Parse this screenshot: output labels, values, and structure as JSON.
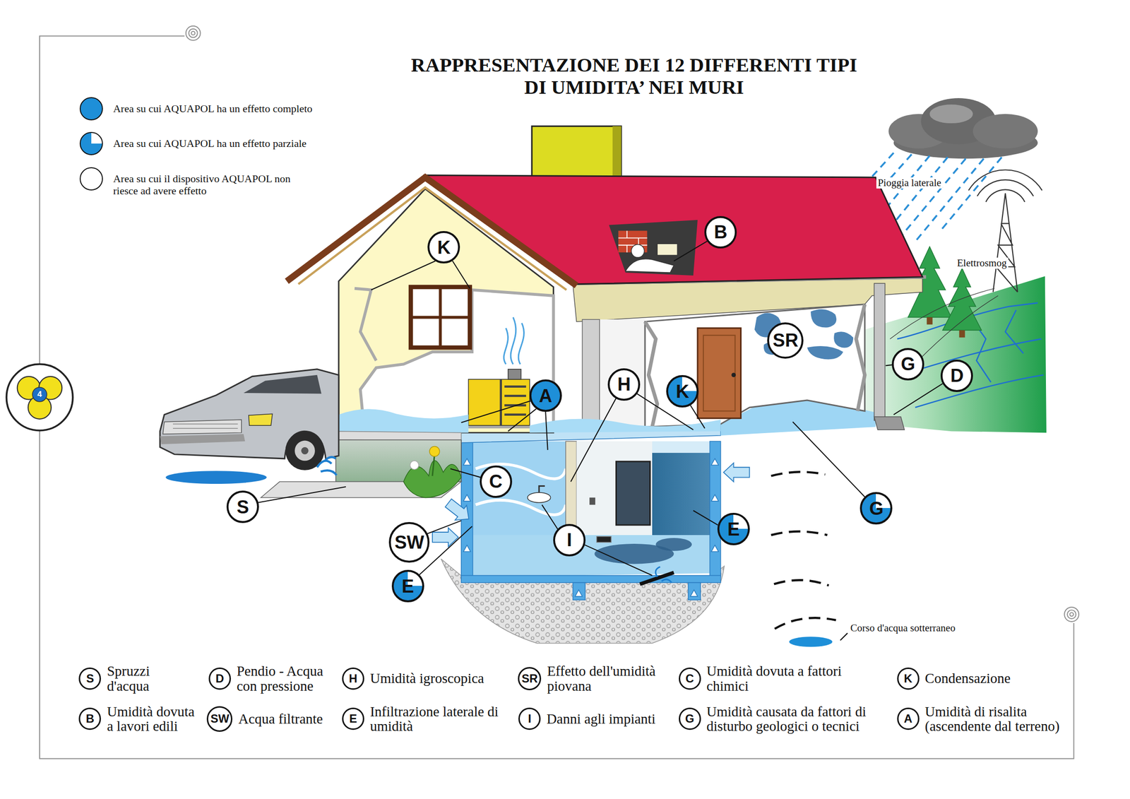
{
  "diagram": {
    "title": "RAPPRESENTAZIONE DEI 12 DIFFERENTI TIPI DI UMIDITA’ NEI MURI",
    "nodes": [
      {
        "text": [
          "B"
        ]
      },
      {
        "text": [
          "K"
        ]
      },
      {
        "text": [
          "SR"
        ]
      },
      {
        "text": [
          "G"
        ]
      },
      {
        "text": [
          "D"
        ]
      },
      {
        "text": [
          "H"
        ]
      },
      {
        "text": [
          "K"
        ]
      },
      {
        "text": [
          "A"
        ]
      },
      {
        "text": [
          "C"
        ]
      },
      {
        "text": [
          "S"
        ]
      },
      {
        "text": [
          "G"
        ]
      },
      {
        "text": [
          "E"
        ]
      },
      {
        "text": [
          "I"
        ]
      },
      {
        "text": [
          "SW"
        ]
      },
      {
        "text": [
          "E"
        ]
      },
      {
        "text": [
          "S",
          "Spruzzi d'acqua"
        ]
      },
      {
        "text": [
          "D",
          "Pendio - Acqua con pressione"
        ]
      },
      {
        "text": [
          "H",
          "Umidità igroscopica"
        ]
      },
      {
        "text": [
          "SR",
          "Effetto dell'umidità piovana"
        ]
      },
      {
        "text": [
          "C",
          "Umidità dovuta a fattori chimici"
        ]
      },
      {
        "text": [
          "K",
          "Condensazione"
        ]
      },
      {
        "text": [
          "B",
          "Umidità dovuta a lavori edili"
        ]
      },
      {
        "text": [
          "SW",
          "Acqua filtrante"
        ]
      },
      {
        "text": [
          "E",
          "Infiltrazione laterale di umidità"
        ]
      },
      {
        "text": [
          "I",
          "Danni agli impianti"
        ]
      },
      {
        "text": [
          "G",
          "Umidità causata da fattori di disturbo geologici o tecnici"
        ]
      },
      {
        "text": [
          "A",
          "Umidità di risalita (ascendente dal terreno)"
        ]
      }
    ],
    "labels": [
      "Pioggia laterale",
      "Elettrosmog",
      "Corso d'acqua sotterraneo",
      "4"
    ],
    "legend": [
      {
        "text": "Area su cui AQUAPOL ha un effetto completo",
        "color": "#1e8fd8"
      },
      {
        "text": "Area su cui AQUAPOL ha un effetto parziale"
      },
      {
        "text": "Area su cui il dispositivo AQUAPOL non riesce ad avere effetto",
        "color": "#ffffff"
      }
    ]
  }
}
